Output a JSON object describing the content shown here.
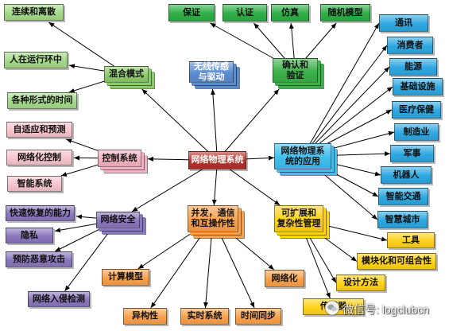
{
  "center": "网络物理系统",
  "center_color": "#b5302a",
  "branches": [
    {
      "label": "混合模式",
      "color": "#8ccb6a",
      "leaf_color": "#a5da89",
      "children": [
        "连续和离散",
        "人在运行环中",
        "各种形式的时间"
      ]
    },
    {
      "label": "无线传感\n与驱动",
      "color": "#5b8cd0",
      "children": []
    },
    {
      "label": "确认和\n验证",
      "color": "#3cb14a",
      "leaf_color": "#2fae46",
      "children": [
        "保证",
        "认证",
        "仿真",
        "随机模型"
      ]
    },
    {
      "label": "网络物理系\n统的应用",
      "color": "#40bfee",
      "leaf_color": "#2ea8e2",
      "children": [
        "通讯",
        "消费者",
        "能源",
        "基础设施",
        "医疗保健",
        "制造业",
        "军事",
        "机器人",
        "智能交通",
        "智慧城市"
      ]
    },
    {
      "label": "可扩展和\n复杂性管理",
      "color": "#ffd21a",
      "leaf_color": "#ffd21a",
      "children": [
        "工具",
        "模块化和可组合性",
        "设计方法",
        "传感器"
      ]
    },
    {
      "label": "并发，通信\n和互操作性",
      "color": "#f9a14c",
      "leaf_color": "#f9a14c",
      "children": [
        "计算模型",
        "网络化",
        "异构性",
        "实时系统",
        "时间同步"
      ]
    },
    {
      "label": "网络安全",
      "color": "#8b77bd",
      "leaf_color": "#8b77bd",
      "children": [
        "快速恢复的能力",
        "隐私",
        "预防恶意攻击",
        "网络入侵检测"
      ]
    },
    {
      "label": "控制系统",
      "color": "#f5b3c1",
      "leaf_color": "#f8c4cd",
      "children": [
        "自适应和预测",
        "网络化控制",
        "智能系统"
      ]
    }
  ],
  "watermark": {
    "icon": "wechat-icon",
    "text": "微信号: logclubcn"
  }
}
